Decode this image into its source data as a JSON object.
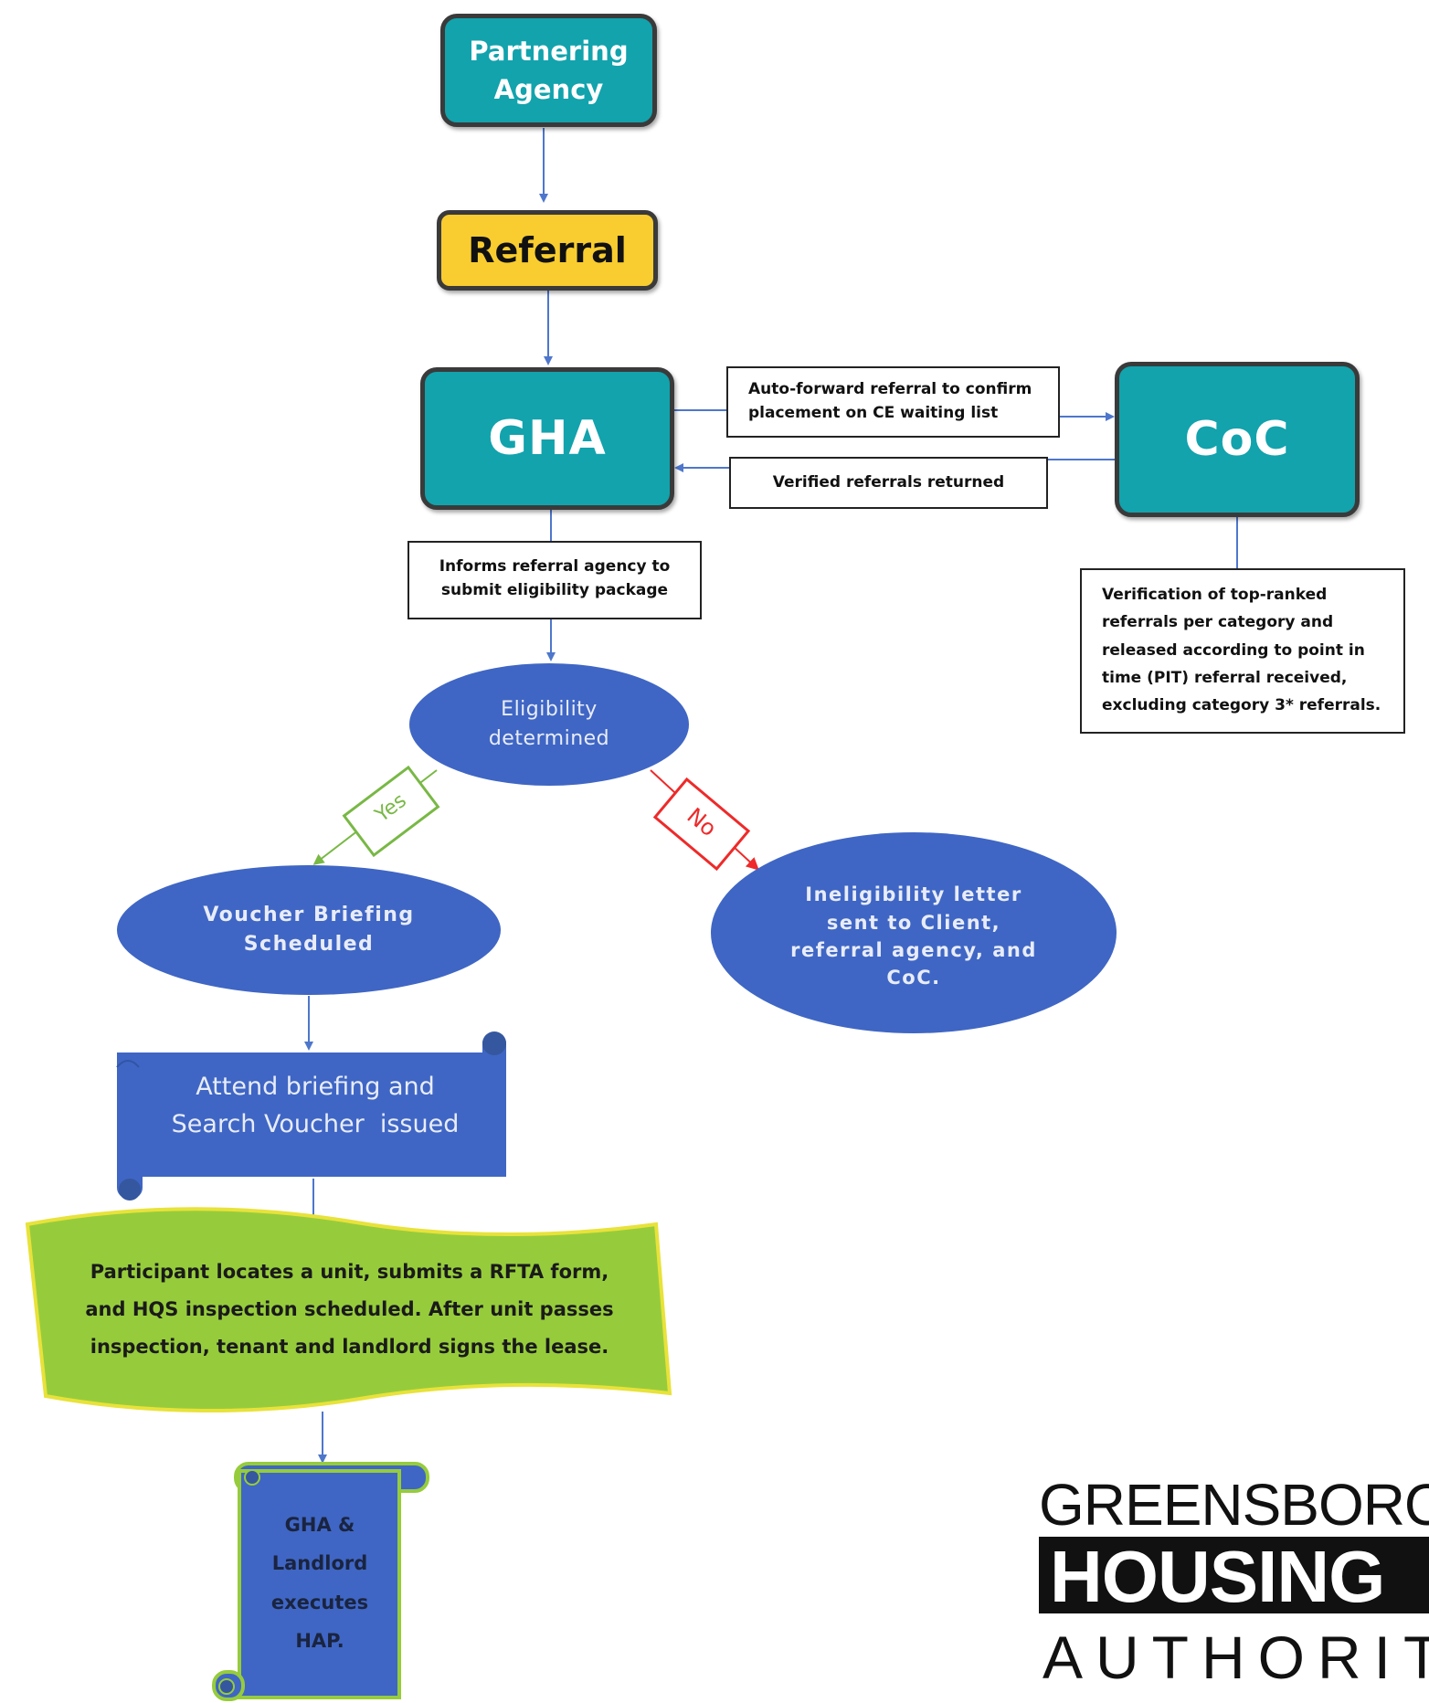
{
  "nodes": {
    "partnering_agency": [
      "Partnering",
      "Agency"
    ],
    "referral": "Referral",
    "gha": "GHA",
    "coc": "CoC",
    "auto_forward_note": [
      "Auto-forward referral to confirm",
      "placement on CE waiting list"
    ],
    "verified_returned_note": "Verified referrals returned",
    "informs_note": [
      "Informs referral agency to",
      "submit eligibility package"
    ],
    "coc_verification_note": [
      "Verification of top-ranked",
      "referrals per category and",
      "released according to point in",
      "time (PIT) referral received,",
      "excluding category 3* referrals."
    ],
    "eligibility": [
      "Eligibility",
      "determined"
    ],
    "yes_label": "Yes",
    "no_label": "No",
    "voucher_briefing": [
      "Voucher Briefing",
      "Scheduled"
    ],
    "ineligibility": [
      "Ineligibility letter",
      "sent to Client,",
      "referral agency, and",
      "CoC."
    ],
    "attend_briefing": [
      "Attend briefing and",
      "Search Voucher  issued"
    ],
    "participant_locates": [
      "Participant locates a unit, submits a RFTA form,",
      "and HQS inspection scheduled. After unit passes",
      "inspection, tenant and landlord signs the lease."
    ],
    "hap": [
      "GHA &",
      "Landlord",
      "executes",
      "HAP."
    ]
  },
  "logo": {
    "line1": "GREENSBORO",
    "line2": "HOUSING",
    "line3": "AUTHORITY"
  },
  "colors": {
    "teal": "#12a3ad",
    "yellow": "#f9cd2f",
    "blue": "#3f66c4",
    "green": "#96cc3c",
    "yes_green": "#78b845",
    "no_red": "#ee2a2a",
    "arrow_blue": "#4e77cc"
  }
}
